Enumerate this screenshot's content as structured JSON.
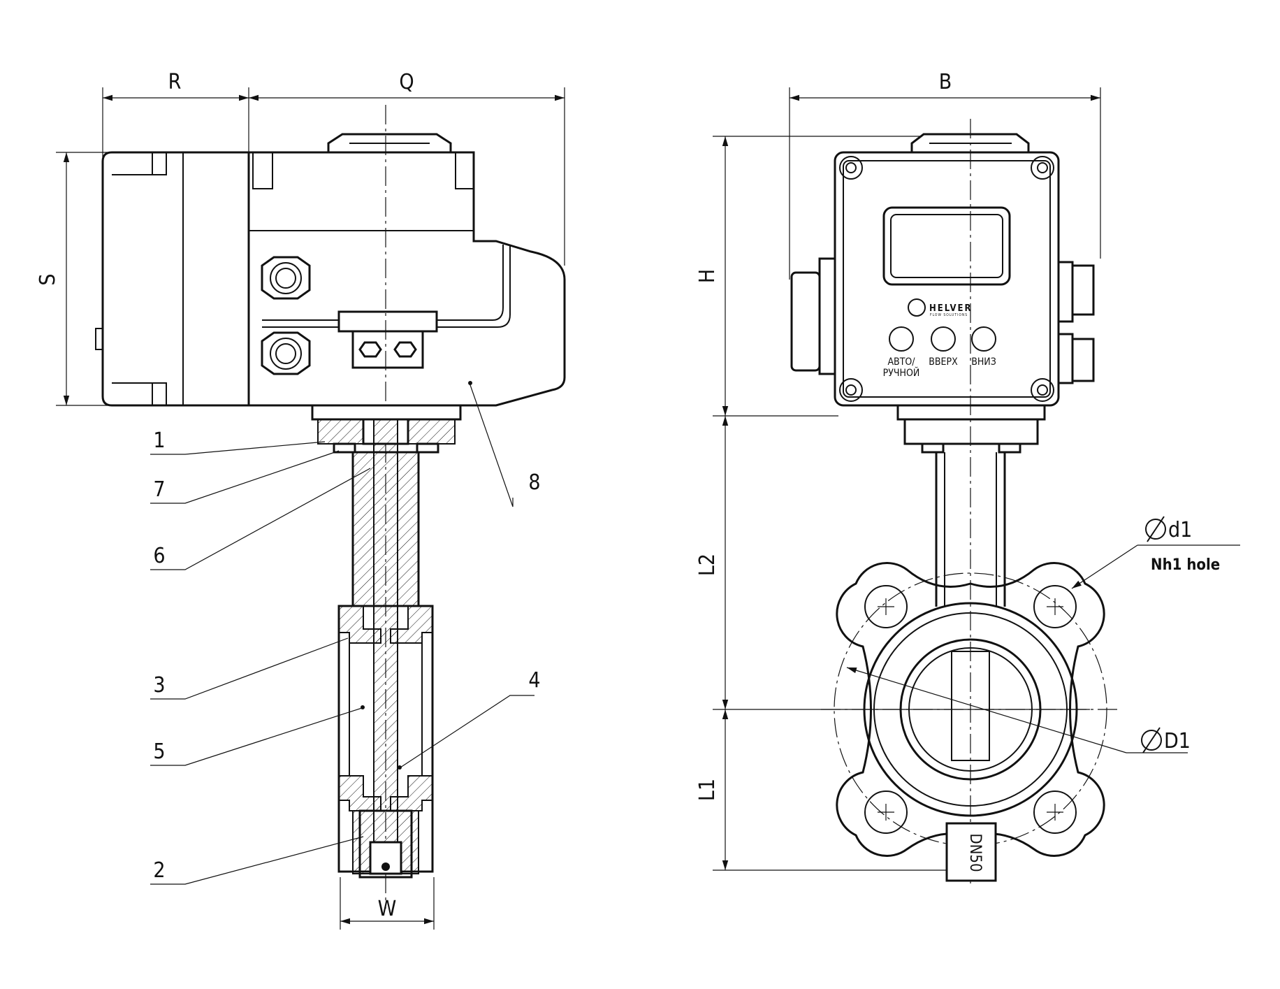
{
  "dimensions": {
    "R": "R",
    "Q": "Q",
    "S": "S",
    "W": "W",
    "B": "B",
    "H": "H",
    "L2": "L2",
    "L1": "L1",
    "d1": "d1",
    "nh_hole": "Nh1 hole",
    "D1": "D1"
  },
  "callouts": [
    "1",
    "7",
    "6",
    "8",
    "3",
    "4",
    "5",
    "2"
  ],
  "front_panel": {
    "brand": "HELVER",
    "tagline": "FLOW SOLUTIONS",
    "buttons": [
      {
        "line1": "АВТО/",
        "line2": "РУЧНОЙ"
      },
      {
        "line1": "ВВЕРХ",
        "line2": ""
      },
      {
        "line1": "ВНИЗ",
        "line2": ""
      }
    ]
  },
  "valve_marking": "DN50"
}
